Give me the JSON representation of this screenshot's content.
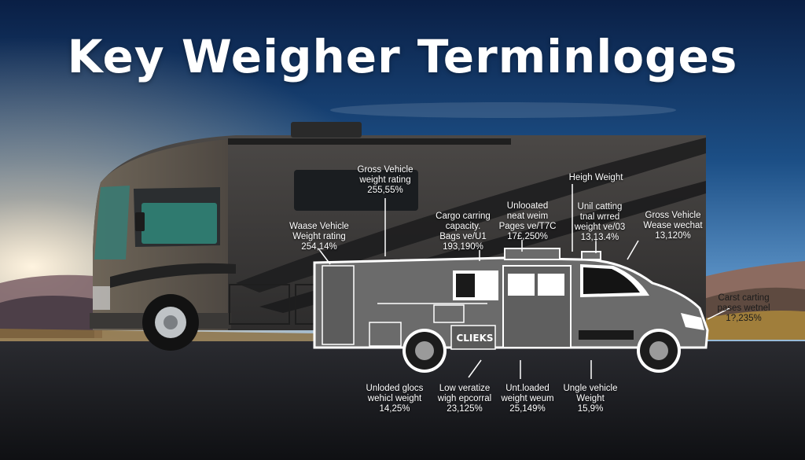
{
  "title": "Key Weigher Terminloges",
  "van_badge": "CLIEKS",
  "labels": [
    {
      "id": "gross-vehicle-weight-rating",
      "lines": [
        "Gross Vehicle",
        "weight rating",
        "255,55%"
      ]
    },
    {
      "id": "heigh-weight",
      "lines": [
        "Heigh Weight"
      ]
    },
    {
      "id": "cargo-carring-capacity",
      "lines": [
        "Cargo carring",
        "capacity.",
        "Bags ve/U1",
        "193,190%"
      ]
    },
    {
      "id": "unlooated-neat-weim",
      "lines": [
        "Unlooated",
        "neat weim",
        "Pages ve/T7C",
        "17£,250%"
      ]
    },
    {
      "id": "unil-catting",
      "lines": [
        "Unil catting",
        "tnal wrred",
        "weight ve/03",
        "13,13.4%"
      ]
    },
    {
      "id": "gross-vehicle-wease",
      "lines": [
        "Gross Vehicle",
        "Wease wechat",
        "13,120%"
      ]
    },
    {
      "id": "waase-vehicle-weight-rating",
      "lines": [
        "Waase Vehicle",
        "Weight rating",
        "254,14%"
      ]
    },
    {
      "id": "carst-carting",
      "lines": [
        "Carst carting",
        "pases wetnel",
        "1?,235%"
      ]
    },
    {
      "id": "unloded-glocs",
      "lines": [
        "Unloded glocs",
        "wehicl weight",
        "14,25%"
      ]
    },
    {
      "id": "low-veratize",
      "lines": [
        "Low veratize",
        "wigh epcorral",
        "23,125%"
      ]
    },
    {
      "id": "unt-loaded",
      "lines": [
        "Unt.loaded",
        "weight weum",
        "25,149%"
      ]
    },
    {
      "id": "ungle-vehicle",
      "lines": [
        "Ungle vehicle",
        "Weight",
        "15,9%"
      ]
    }
  ]
}
